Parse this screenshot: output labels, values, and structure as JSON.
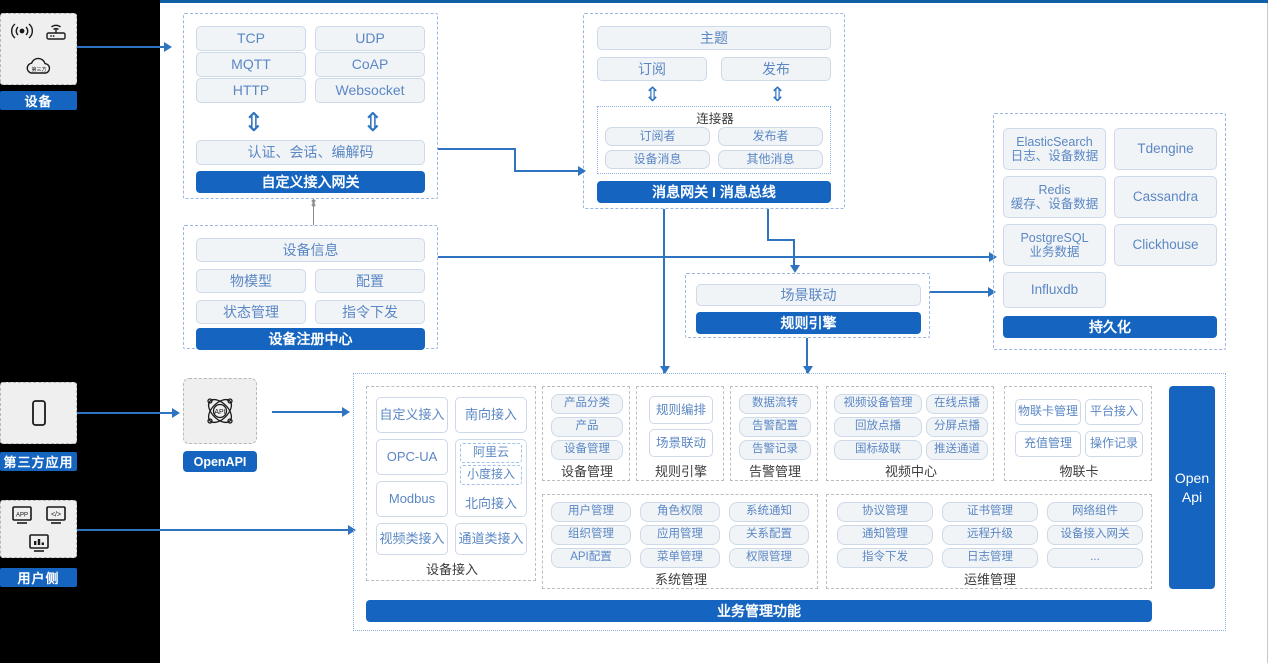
{
  "meta": {
    "title": "IoT Platform Architecture Diagram"
  },
  "rail": {
    "device": {
      "label": "设备",
      "icons": [
        "signal-wave-icon",
        "router-icon",
        "cloud-icon"
      ]
    },
    "third_party": {
      "label": "第三方应用",
      "icons": [
        "mobile-phone-icon"
      ]
    },
    "user_side": {
      "label": "用户侧",
      "icons": [
        "app-monitor-icon",
        "code-monitor-icon",
        "chart-monitor-icon"
      ]
    }
  },
  "gateway": {
    "protocols": [
      "TCP",
      "UDP",
      "MQTT",
      "CoAP",
      "HTTP",
      "Websocket"
    ],
    "middle": "认证、会话、编解码",
    "bar": "自定义接入网关"
  },
  "message": {
    "topic": "主题",
    "subscribe": "订阅",
    "publish": "发布",
    "connector_title": "连接器",
    "connector_items": [
      "订阅者",
      "发布者",
      "设备消息",
      "其他消息"
    ],
    "bar": "消息网关 I 消息总线"
  },
  "registry": {
    "info": "设备信息",
    "items": [
      "物模型",
      "配置",
      "状态管理",
      "指令下发"
    ],
    "bar": "设备注册中心"
  },
  "rule": {
    "scene": "场景联动",
    "bar": "规则引擎"
  },
  "persistence": {
    "left": [
      {
        "name": "ElasticSearch",
        "sub": "日志、设备数据"
      },
      {
        "name": "Redis",
        "sub": "缓存、设备数据"
      },
      {
        "name": "PostgreSQL",
        "sub": "业务数据"
      },
      {
        "name": "Influxdb",
        "sub": ""
      }
    ],
    "right": [
      "Tdengine",
      "Cassandra",
      "Clickhouse"
    ],
    "bar": "持久化"
  },
  "openapi": {
    "icon": "api-atom-icon",
    "label": "OpenAPI"
  },
  "open_api_vertical": {
    "line1": "Open",
    "line2": "Api"
  },
  "business": {
    "bar": "业务管理功能",
    "groups": [
      {
        "caption": "设备接入",
        "kind": "access",
        "items": [
          "自定义接入",
          "南向接入",
          "OPC-UA",
          "Modbus",
          "视频类接入",
          "通道类接入"
        ],
        "nested": [
          "阿里云",
          "小度接入"
        ],
        "nested_label": "北向接入"
      },
      {
        "caption": "设备管理",
        "items": [
          "产品分类",
          "产品",
          "设备管理"
        ]
      },
      {
        "caption": "规则引擎",
        "items": [
          "规则编排",
          "场景联动"
        ]
      },
      {
        "caption": "告警管理",
        "items": [
          "数据流转",
          "告警配置",
          "告警记录"
        ]
      },
      {
        "caption": "视频中心",
        "items": [
          "视频设备管理",
          "在线点播",
          "回放点播",
          "分屏点播",
          "国标级联",
          "推送通道"
        ]
      },
      {
        "caption": "物联卡",
        "items": [
          "物联卡管理",
          "平台接入",
          "充值管理",
          "操作记录"
        ]
      },
      {
        "caption": "系统管理",
        "items": [
          "用户管理",
          "角色权限",
          "系统通知",
          "组织管理",
          "应用管理",
          "关系配置",
          "API配置",
          "菜单管理",
          "权限管理"
        ]
      },
      {
        "caption": "运维管理",
        "items": [
          "协议管理",
          "证书管理",
          "网络组件",
          "通知管理",
          "远程升级",
          "设备接入网关",
          "指令下发",
          "日志管理",
          "..."
        ]
      }
    ]
  },
  "colors": {
    "brand_blue": "#1565c0",
    "line_blue": "#2f74c0",
    "pill_text": "#5b87c4",
    "pill_bg": "#f1f4f7",
    "rail_bg": "#000000"
  }
}
